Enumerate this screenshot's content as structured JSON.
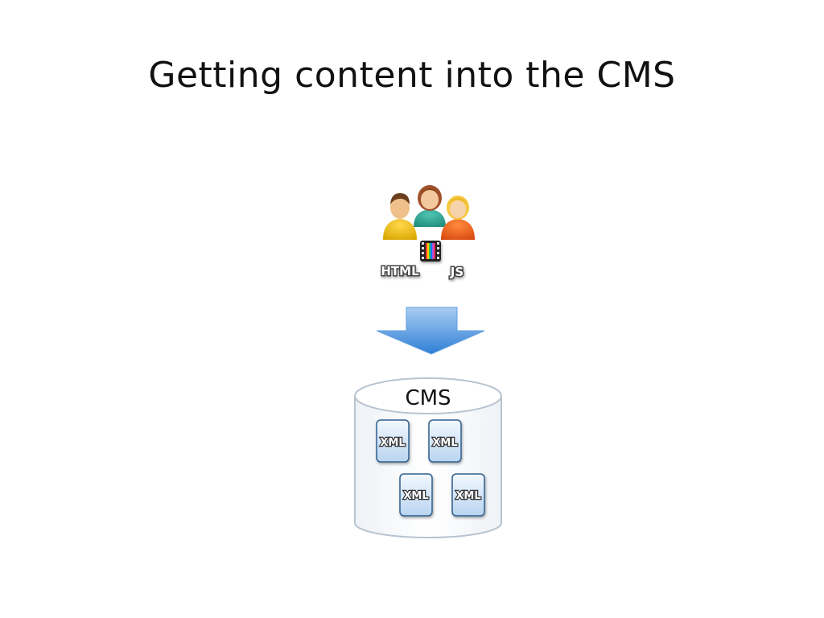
{
  "title": "Getting content into the CMS",
  "content_tags": {
    "html_label": "HTML",
    "js_label": "JS"
  },
  "cms": {
    "label": "CMS",
    "documents": [
      {
        "label": "XML"
      },
      {
        "label": "XML"
      },
      {
        "label": "XML"
      },
      {
        "label": "XML"
      }
    ]
  },
  "icons": {
    "people": [
      "person-man-icon",
      "person-woman-icon",
      "person-blonde-icon"
    ],
    "video": "video-film-icon",
    "arrow": "down-arrow-icon",
    "database": "database-cylinder-icon"
  },
  "colors": {
    "arrow": "#4a90d9",
    "cylinder_stroke": "#b8c4d0",
    "doc_fill": "#d6e6f7",
    "doc_stroke": "#2f5f8f"
  }
}
